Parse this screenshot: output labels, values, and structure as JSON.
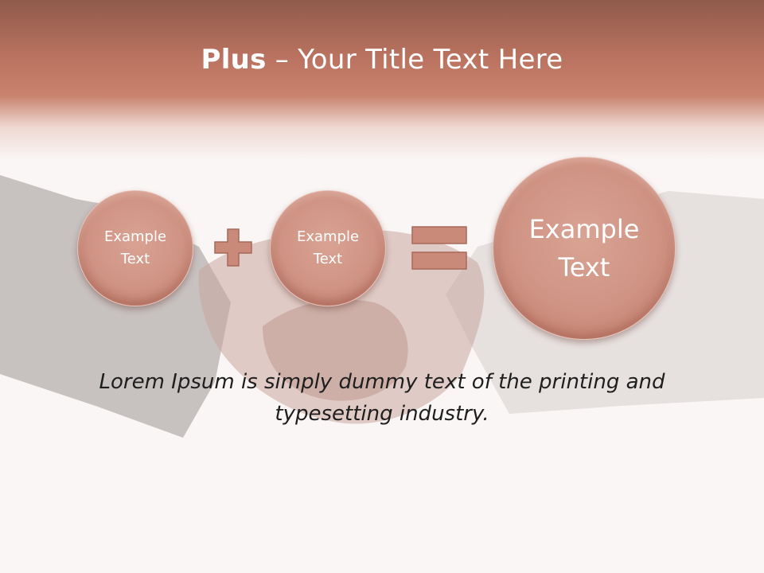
{
  "slide": {
    "title_bold": "Plus",
    "title_rest": " – Your Title Text Here",
    "circles": [
      {
        "text": "Example\nText"
      },
      {
        "text": "Example\nText"
      },
      {
        "text": "Example\nText"
      }
    ],
    "operators": {
      "plus_icon": "plus-icon",
      "equals_icon": "equals-icon"
    },
    "body_text": "Lorem Ipsum is simply dummy text of the printing and typesetting industry."
  },
  "colors": {
    "header": "#b9725f",
    "circle_fill": "#cf9383",
    "operator_fill": "#c98a7a",
    "body_text": "#1e1e1e",
    "background": "#faf6f5"
  }
}
